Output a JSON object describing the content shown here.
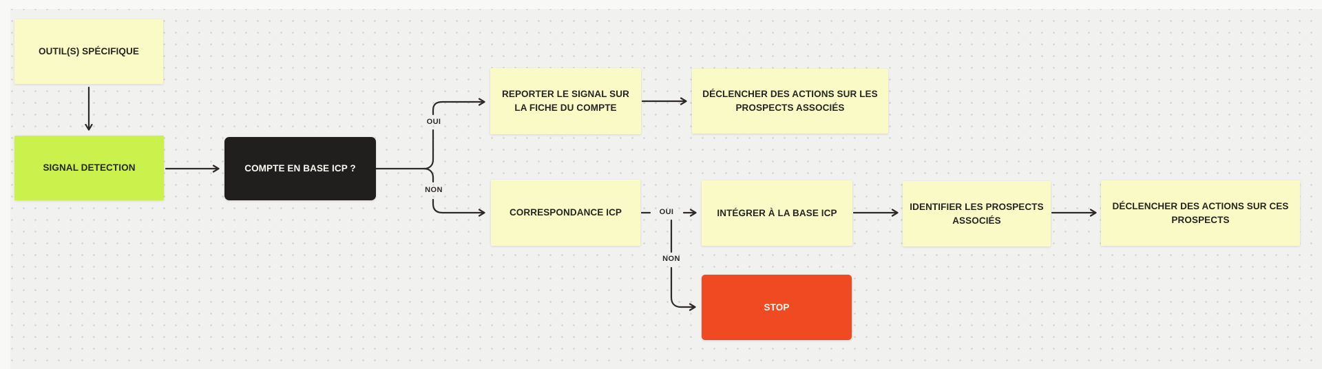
{
  "diagram": {
    "type": "flowchart",
    "language": "fr",
    "colors": {
      "background": "#f1f1ef",
      "dot_grid": "#d5d5d2",
      "note_yellow": "#fafac7",
      "note_lime": "#cbf14c",
      "note_dark": "#201f1d",
      "note_red": "#f04a23",
      "connector_line": "#2b2a26",
      "text_dark": "#262520",
      "text_light": "#faf9f3"
    },
    "nodes": [
      {
        "id": "outil-specifique",
        "label": "OUTIL(S) SPÉCIFIQUE",
        "style": "yellow"
      },
      {
        "id": "signal-detection",
        "label": "SIGNAL DETECTION",
        "style": "lime"
      },
      {
        "id": "compte-en-base-icp",
        "label": "COMPTE EN BASE ICP ?",
        "style": "dark"
      },
      {
        "id": "reporter-signal",
        "label": "REPORTER LE SIGNAL SUR LA FICHE DU COMPTE",
        "style": "yellow"
      },
      {
        "id": "declencher-actions-prospects-associes",
        "label": "DÉCLENCHER DES ACTIONS SUR LES PROSPECTS ASSOCIÉS",
        "style": "yellow"
      },
      {
        "id": "correspondance-icp",
        "label": "CORRESPONDANCE ICP",
        "style": "yellow"
      },
      {
        "id": "integrer-base-icp",
        "label": "INTÉGRER À LA BASE ICP",
        "style": "yellow"
      },
      {
        "id": "identifier-prospects-associes",
        "label": "IDENTIFIER LES PROSPECTS ASSOCIÉS",
        "style": "yellow"
      },
      {
        "id": "declencher-actions-ces-prospects",
        "label": "DÉCLENCHER DES ACTIONS SUR CES PROSPECTS",
        "style": "yellow"
      },
      {
        "id": "stop",
        "label": "STOP",
        "style": "red"
      }
    ],
    "edge_labels": [
      {
        "id": "oui-compte",
        "label": "OUI"
      },
      {
        "id": "non-compte",
        "label": "NON"
      },
      {
        "id": "oui-correspondance",
        "label": "OUI"
      },
      {
        "id": "non-correspondance",
        "label": "NON"
      }
    ],
    "connections": [
      {
        "from": "outil-specifique",
        "to": "signal-detection",
        "label": ""
      },
      {
        "from": "signal-detection",
        "to": "compte-en-base-icp",
        "label": ""
      },
      {
        "from": "compte-en-base-icp",
        "to": "reporter-signal",
        "label": "OUI"
      },
      {
        "from": "compte-en-base-icp",
        "to": "correspondance-icp",
        "label": "NON"
      },
      {
        "from": "reporter-signal",
        "to": "declencher-actions-prospects-associes",
        "label": ""
      },
      {
        "from": "correspondance-icp",
        "to": "integrer-base-icp",
        "label": "OUI"
      },
      {
        "from": "correspondance-icp",
        "to": "stop",
        "label": "NON"
      },
      {
        "from": "integrer-base-icp",
        "to": "identifier-prospects-associes",
        "label": ""
      },
      {
        "from": "identifier-prospects-associes",
        "to": "declencher-actions-ces-prospects",
        "label": ""
      }
    ]
  }
}
